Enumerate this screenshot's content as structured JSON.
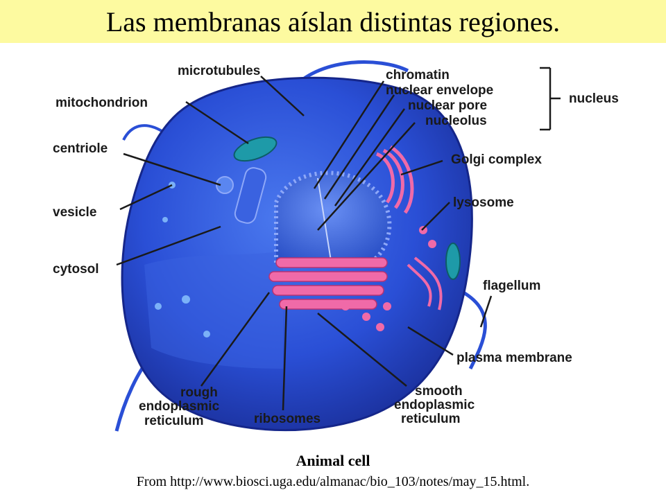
{
  "title": "Las membranas aíslan distintas regiones.",
  "labels": {
    "microtubules": "microtubules",
    "mitochondrion": "mitochondrion",
    "centriole": "centriole",
    "vesicle": "vesicle",
    "cytosol": "cytosol",
    "chromatin": "chromatin",
    "nuclear_envelope": "nuclear envelope",
    "nuclear_pore": "nuclear pore",
    "nucleolus": "nucleolus",
    "nucleus": "nucleus",
    "golgi_complex": "Golgi complex",
    "lysosome": "lysosome",
    "flagellum": "flagellum",
    "plasma_membrane": "plasma membrane",
    "rough_er_1": "rough",
    "rough_er_2": "endoplasmic",
    "rough_er_3": "reticulum",
    "ribosomes": "ribosomes",
    "smooth_er_1": "smooth",
    "smooth_er_2": "endoplasmic",
    "smooth_er_3": "reticulum"
  },
  "caption": {
    "title": "Animal cell",
    "source": "From http://www.biosci.uga.edu/almanac/bio_103/notes/may_15.html."
  },
  "colors": {
    "title_band": "#fdfaa0",
    "cytoplasm": "#2a4fd6",
    "cell_edge": "#1a2f9a",
    "organelle_pink": "#f06aa8"
  }
}
